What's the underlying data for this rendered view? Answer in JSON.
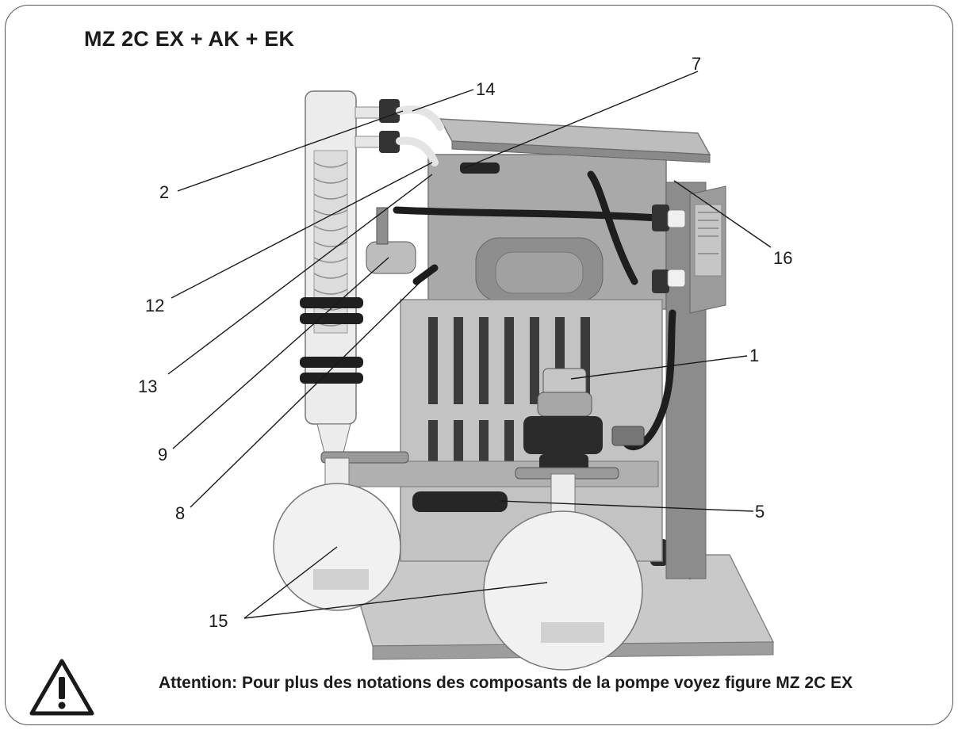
{
  "figure": {
    "title": "MZ 2C EX + AK + EK",
    "note": "Attention: Pour plus des notations des composants de la pompe voyez figure MZ 2C EX"
  },
  "callouts": [
    {
      "id": "c14",
      "label": "14"
    },
    {
      "id": "c7",
      "label": "7"
    },
    {
      "id": "c2",
      "label": "2"
    },
    {
      "id": "c16",
      "label": "16"
    },
    {
      "id": "c12",
      "label": "12"
    },
    {
      "id": "c13",
      "label": "13"
    },
    {
      "id": "c1",
      "label": "1"
    },
    {
      "id": "c9",
      "label": "9"
    },
    {
      "id": "c8",
      "label": "8"
    },
    {
      "id": "c5",
      "label": "5"
    },
    {
      "id": "c15",
      "label": "15"
    }
  ],
  "colors": {
    "frame": "#555555",
    "pump_body": "#b8b8b8",
    "pump_dark": "#6f6f6f",
    "glass": "#e8e8e8",
    "tubing": "#1e1e1e"
  },
  "icons": {
    "warning": "warning-triangle-icon"
  }
}
